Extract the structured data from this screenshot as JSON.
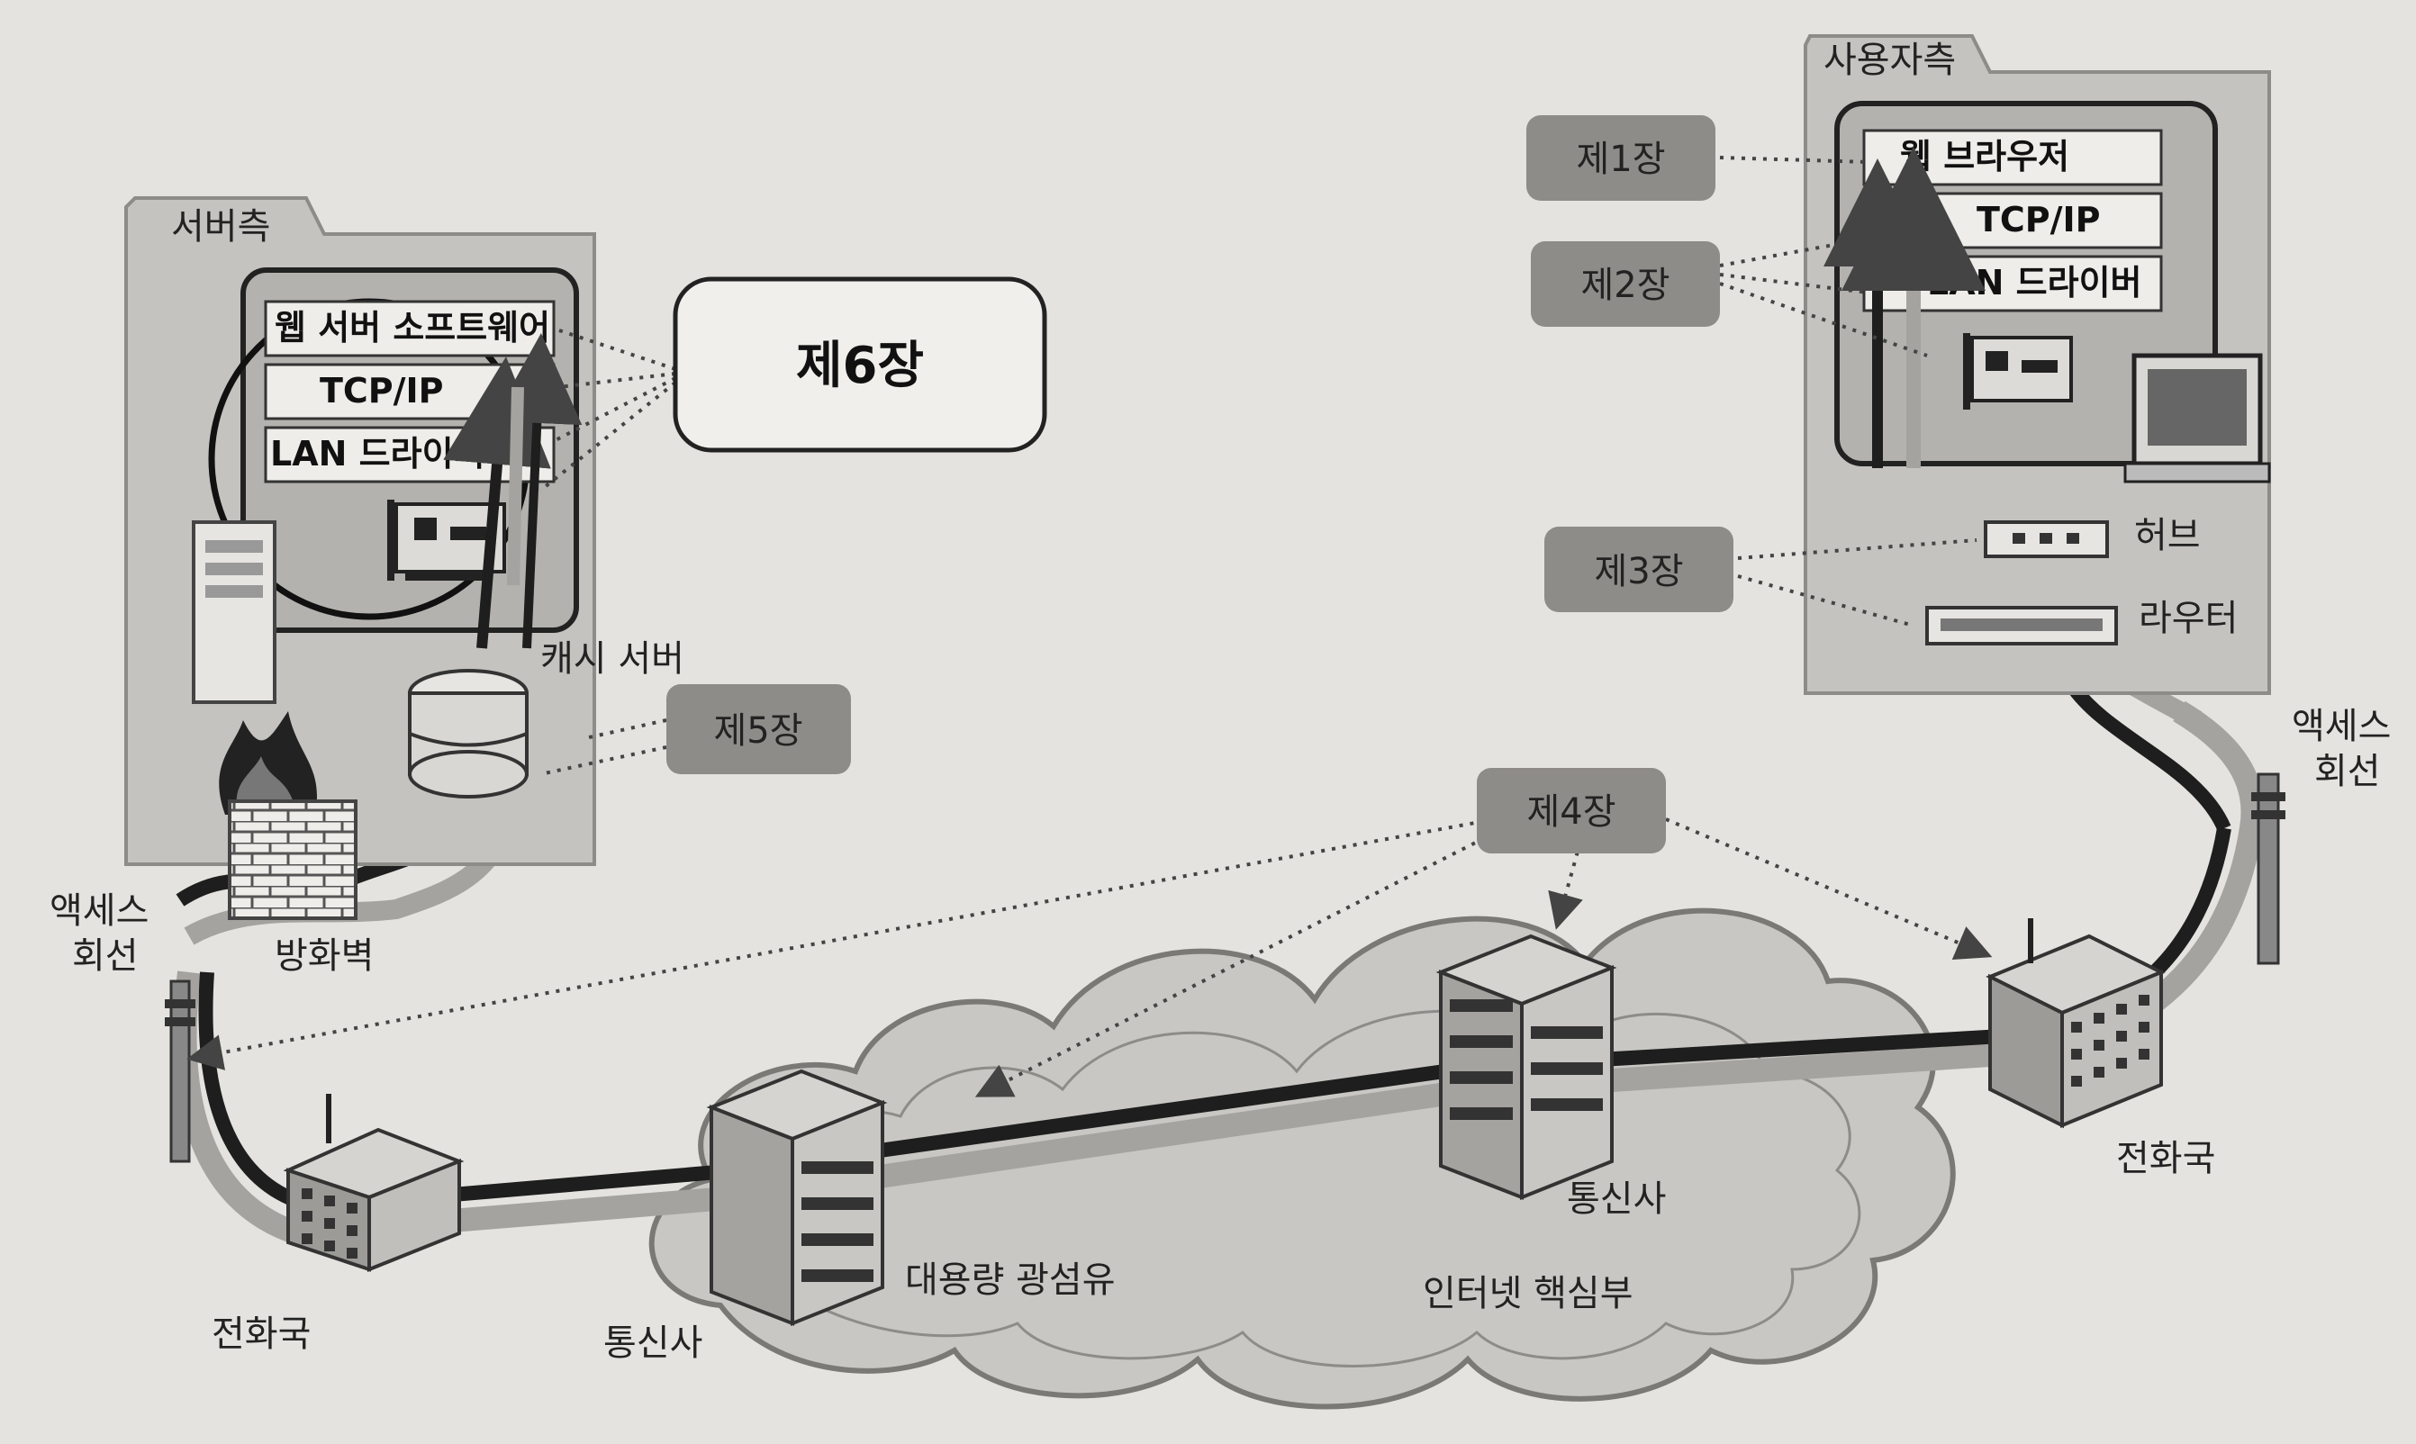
{
  "server_side": {
    "title": "서버측",
    "layers": [
      "웹 서버 소프트웨어",
      "TCP/IP",
      "LAN 드라이버"
    ],
    "cache_server": "캐시 서버",
    "firewall": "방화벽",
    "access_line": "액세스 회선"
  },
  "client_side": {
    "title": "사용자측",
    "layers": [
      "웹 브라우저",
      "TCP/IP",
      "LAN 드라이버"
    ],
    "hub": "허브",
    "router": "라우터",
    "access_line": "액세스 회선"
  },
  "chapters": {
    "ch1": "제1장",
    "ch2": "제2장",
    "ch3": "제3장",
    "ch4": "제4장",
    "ch5": "제5장",
    "ch6": "제6장"
  },
  "network": {
    "phone_office_left": "전화국",
    "phone_office_right": "전화국",
    "carrier_left": "통신사",
    "carrier_right": "통신사",
    "fiber": "대용량 광섬유",
    "core": "인터넷 핵심부"
  },
  "colors": {
    "panel": "#b9b8b5",
    "chapter_box": "#8e8c88",
    "cable_dark": "#1e1e1e",
    "cable_light": "#9e9c99"
  }
}
